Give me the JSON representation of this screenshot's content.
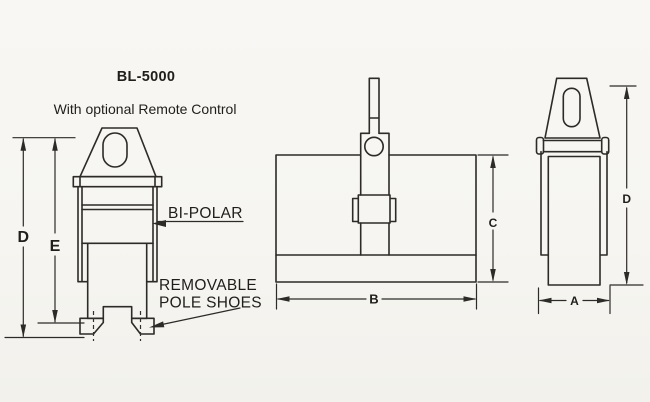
{
  "title": "BL-5000",
  "subtitle": "With optional Remote Control",
  "annotations": {
    "bipolar": "BI-POLAR",
    "removable_line1": "REMOVABLE",
    "removable_line2": "POLE SHOES"
  },
  "dimensions": {
    "a": "A",
    "b": "B",
    "c": "C",
    "d": "D",
    "e": "E"
  },
  "colors": {
    "line": "#2d2b28",
    "text": "#1f1e1b",
    "background": "#f6f5f1"
  }
}
